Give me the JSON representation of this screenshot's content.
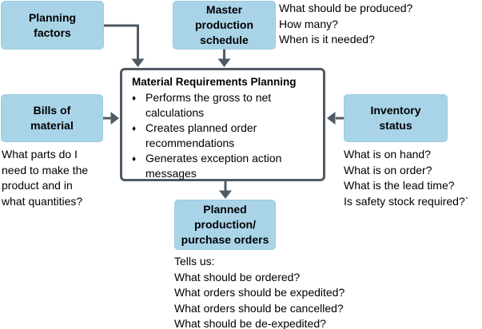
{
  "boxes": {
    "planning_factors": {
      "lines": [
        "Planning",
        "factors"
      ]
    },
    "master_production_schedule": {
      "lines": [
        "Master",
        "production",
        "schedule"
      ]
    },
    "bills_of_material": {
      "lines": [
        "Bills of",
        "material"
      ]
    },
    "inventory_status": {
      "lines": [
        "Inventory",
        "status"
      ]
    },
    "planned_orders": {
      "lines": [
        "Planned",
        "production/",
        "purchase orders"
      ]
    }
  },
  "mrp": {
    "title": "Material Requirements Planning",
    "bullet_glyph": "♦",
    "bullets": [
      "Performs the gross to net calculations",
      "Creates planned order recommendations",
      "Generates exception action messages"
    ]
  },
  "annotations": {
    "mps_questions": [
      "What should be produced?",
      "How many?",
      "When is it needed?"
    ],
    "bom_questions": [
      "What parts do I",
      "need to make the",
      "product and in",
      "what quantities?"
    ],
    "inventory_questions": [
      "What is on hand?",
      "What is on order?",
      "What is the lead time?",
      "Is safety stock required?`"
    ],
    "output_notes": [
      "Tells us:",
      "What should be ordered?",
      "What orders should be expedited?",
      "What orders should be cancelled?",
      "What should be de-expedited?"
    ]
  },
  "colors": {
    "box_fill": "#a9d4e8",
    "box_border": "#9ccbe0",
    "line_and_border": "#4e5b66",
    "text": "#000000",
    "background": "#ffffff"
  }
}
